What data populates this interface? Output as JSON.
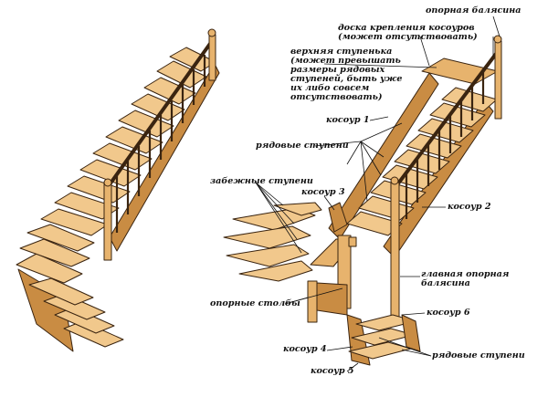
{
  "labels": {
    "support_baluster": "опорная балясина",
    "stringer_board": "доска крепления косоуров\n(может отсутствовать)",
    "top_step": "верхняя ступенька\n(может превышать\nразмеры рядовых\nступеней, быть уже\nих либо совсем\nотсутствовать)",
    "stringer_1": "косоур 1",
    "regular_steps_top": "рядовые ступени",
    "winder_steps": "забежные ступени",
    "stringer_3": "косоур 3",
    "stringer_2": "косоур 2",
    "main_support_baluster": "главная опорная\nбалясина",
    "support_posts": "опорные столбы",
    "stringer_6": "косоур 6",
    "stringer_4": "косоур 4",
    "regular_steps_bottom": "рядовые ступени",
    "stringer_5": "косоур 5"
  },
  "colors": {
    "wood_mid": "#e7b36d",
    "wood_dark": "#c98c43",
    "wood_light": "#f1c88c",
    "outline": "#3a2410"
  }
}
